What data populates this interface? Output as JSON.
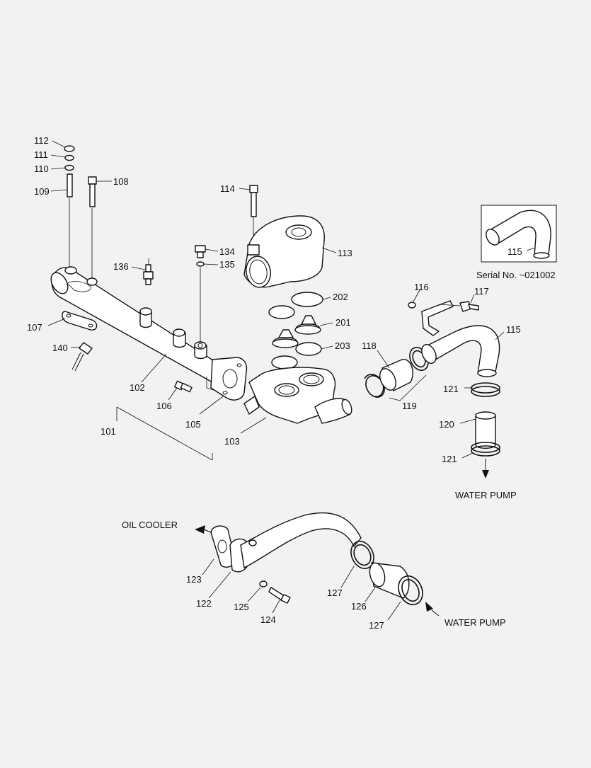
{
  "callouts": {
    "c112": "112",
    "c111": "111",
    "c110": "110",
    "c109": "109",
    "c108": "108",
    "c114": "114",
    "c134": "134",
    "c135": "135",
    "c113": "113",
    "c136": "136",
    "c107": "107",
    "c140": "140",
    "c102": "102",
    "c106": "106",
    "c101": "101",
    "c105": "105",
    "c103": "103",
    "c202": "202",
    "c201": "201",
    "c203": "203",
    "c118": "118",
    "c119": "119",
    "c116": "116",
    "c117": "117",
    "c115": "115",
    "c121a": "121",
    "c120": "120",
    "c121b": "121",
    "c123": "123",
    "c122": "122",
    "c125": "125",
    "c124": "124",
    "c127a": "127",
    "c126": "126",
    "c127b": "127"
  },
  "inset": {
    "part_label": "115",
    "serial_note": "Serial No. ~021002"
  },
  "annotations": {
    "water_pump_top": "WATER PUMP",
    "oil_cooler": "OIL COOLER",
    "water_pump_bottom": "WATER PUMP"
  }
}
